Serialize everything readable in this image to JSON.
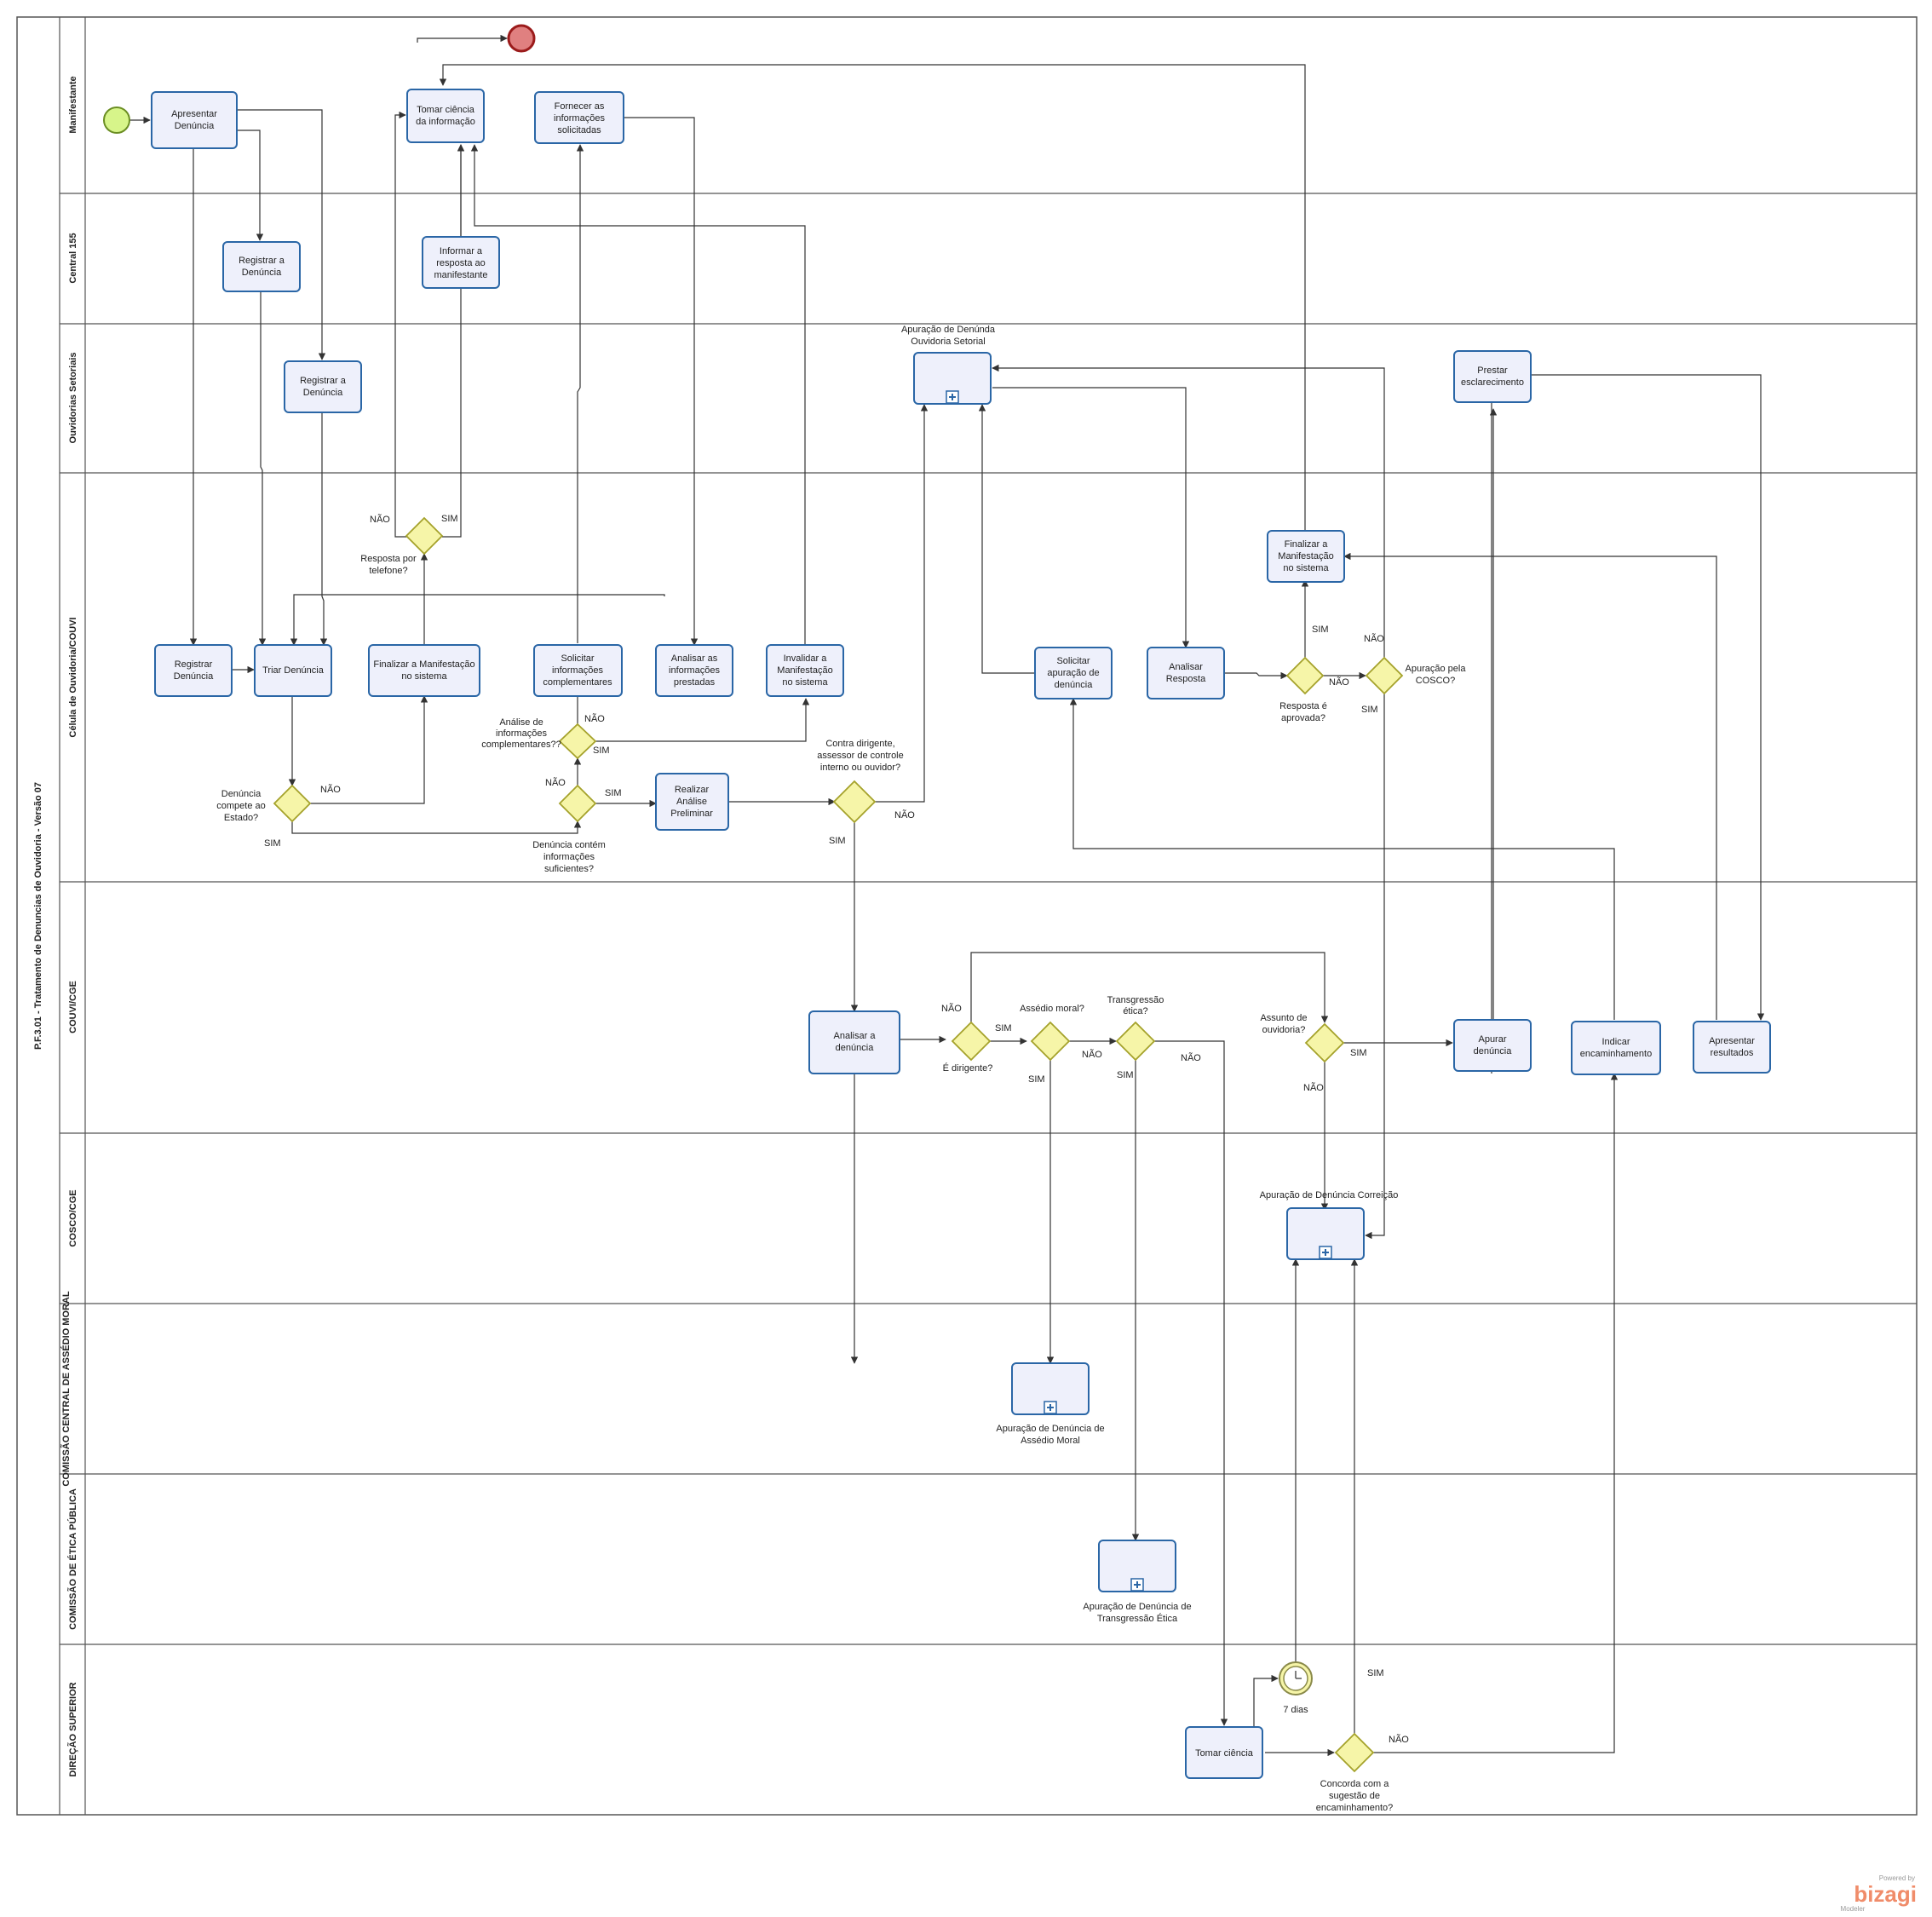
{
  "title": "P.F.3.01 - Tratamento de Denuncias de Ouvidoria - Versão 07",
  "lanes": [
    "Manifestante",
    "Central 155",
    "Ouvidorias Setoriais",
    "Célula de Ouvidoria/COUVI",
    "COUVI/CGE",
    "COSCO/CGE",
    "COMISSÃO CENTRAL DE ASSÉDIO MORAL",
    "COMISSÃO DE ÉTICA PÚBLICA",
    "DIREÇÃO SUPERIOR"
  ],
  "tasks": {
    "apresentar": [
      "Apresentar",
      "Denúncia"
    ],
    "tomar_ciencia_manif": [
      "Tomar ciência",
      "da informação"
    ],
    "fornecer": [
      "Fornecer as",
      "informações",
      "solicitadas"
    ],
    "registrar_155": [
      "Registrar a",
      "Denúncia"
    ],
    "informar": [
      "Informar a",
      "resposta ao",
      "manifestante"
    ],
    "registrar_setorial": [
      "Registrar a",
      "Denúncia"
    ],
    "prestar": [
      "Prestar",
      "esclarecimento"
    ],
    "finalizar_manif_2": [
      "Finalizar a",
      "Manifestação",
      "no sistema"
    ],
    "registrar_couvi": [
      "Registrar",
      "Denúncia"
    ],
    "triar": [
      "Triar Denúncia"
    ],
    "finalizar_manif_1": [
      "Finalizar a Manifestação",
      "no sistema"
    ],
    "solicitar_info": [
      "Solicitar",
      "informações",
      "complementares"
    ],
    "analisar_info": [
      "Analisar as",
      "informações",
      "prestadas"
    ],
    "invalidar": [
      "Invalidar  a",
      "Manifestação",
      "no sistema"
    ],
    "solicitar_apuracao": [
      "Solicitar",
      "apuração de",
      "denúncia"
    ],
    "analisar_resposta": [
      "Analisar",
      "Resposta"
    ],
    "realizar_analise": [
      "Realizar",
      "Análise",
      "Preliminar"
    ],
    "analisar_denuncia": [
      "Analisar a",
      "denúncia"
    ],
    "apurar": [
      "Apurar",
      "denúncia"
    ],
    "indicar": [
      "Indicar",
      "encaminhamento"
    ],
    "apresentar_result": [
      "Apresentar",
      "resultados"
    ],
    "tomar_ciencia_dir": [
      "Tomar ciência"
    ]
  },
  "subprocesses": {
    "ouvidoria_setorial": [
      "Apuração de Denúnda",
      "Ouvidoria Setorial"
    ],
    "correicao": [
      "Apuração de Denúncia Correição"
    ],
    "assedio": [
      "Apuração de Denúncia de",
      "Assédio Moral"
    ],
    "transgressao": [
      "Apuração de Denúncia de",
      "Transgressão Ética"
    ]
  },
  "gateways": {
    "resposta_telefone": [
      "Resposta por",
      "telefone?"
    ],
    "compete": [
      "Denúncia",
      "compete ao",
      "Estado?"
    ],
    "analise_info": [
      "Análise de",
      "informações",
      "complementares??"
    ],
    "info_suficientes": [
      "Denúncia contém",
      "informações",
      "suficientes?"
    ],
    "contra_dirigente": [
      "Contra dirigente,",
      "assessor de controle",
      "interno ou ouvidor?"
    ],
    "resposta_aprovada": [
      "Resposta é",
      "aprovada?"
    ],
    "apuracao_cosco": [
      "Apuração pela",
      "COSCO?"
    ],
    "e_dirigente": [
      "É dirigente?"
    ],
    "assedio": [
      "Assédio moral?"
    ],
    "transgressao": [
      "Transgressão",
      "ética?"
    ],
    "assunto_ouvidoria": [
      "Assunto de",
      "ouvidoria?"
    ],
    "concorda": [
      "Concorda com a",
      "sugestão de",
      "encaminhamento?"
    ]
  },
  "events": {
    "timer": "7 dias"
  },
  "flow_labels": {
    "sim": "SIM",
    "nao": "NÃO"
  },
  "branding": {
    "powered": "Powered by",
    "name": "bizagi",
    "product": "Modeler"
  },
  "colors": {
    "task_fill": "#eef0fb",
    "task_stroke": "#2a66a6",
    "gateway_fill": "#f6f5a8",
    "start_fill": "#d7f58a",
    "end_fill": "#e08080",
    "logo": "#f08c6a"
  }
}
